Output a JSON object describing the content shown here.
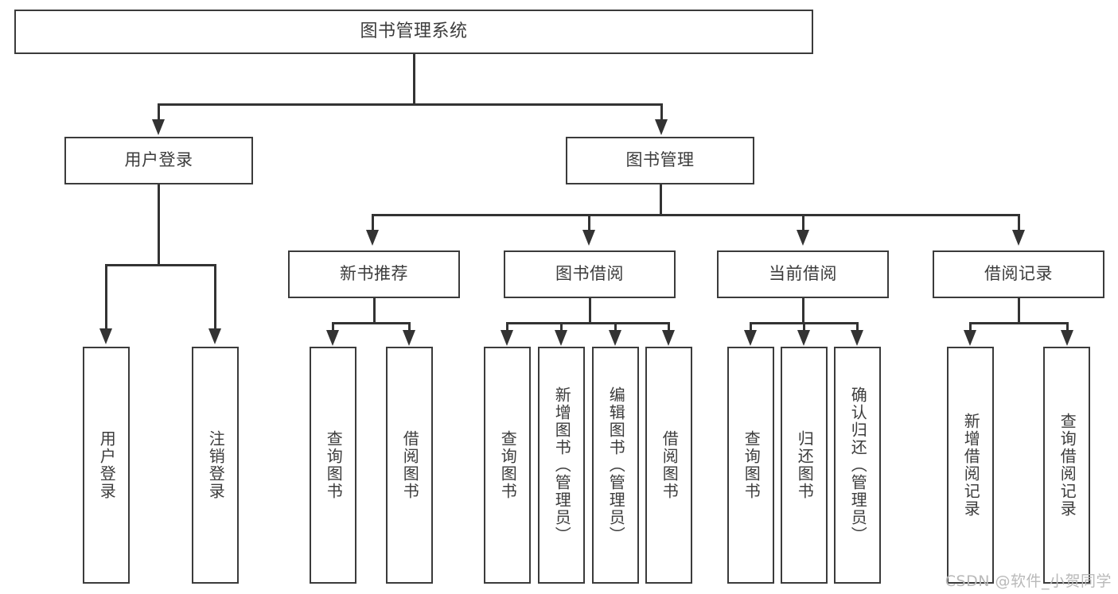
{
  "diagram": {
    "title": "图书管理系统",
    "type": "tree-hierarchy",
    "watermark": "CSDN @软件_小贺同学",
    "colors": {
      "stroke": "#3b3b3b",
      "line": "#333333",
      "text": "#3c3c3c",
      "background": "#ffffff",
      "watermark": "#b9b9b9"
    },
    "root": {
      "label": "图书管理系统"
    },
    "level2": [
      {
        "label": "用户登录"
      },
      {
        "label": "图书管理"
      }
    ],
    "level3": [
      {
        "label": "新书推荐"
      },
      {
        "label": "图书借阅"
      },
      {
        "label": "当前借阅"
      },
      {
        "label": "借阅记录"
      }
    ],
    "leaves": {
      "user_login": [
        {
          "label": "用户登录"
        },
        {
          "label": "注销登录"
        }
      ],
      "new_book_recommend": [
        {
          "label": "查询图书"
        },
        {
          "label": "借阅图书"
        }
      ],
      "book_borrow": [
        {
          "label": "查询图书"
        },
        {
          "label": "新增图书（管理员）"
        },
        {
          "label": "编辑图书（管理员）"
        },
        {
          "label": "借阅图书"
        }
      ],
      "current_borrow": [
        {
          "label": "查询图书"
        },
        {
          "label": "归还图书"
        },
        {
          "label": "确认归还（管理员）"
        }
      ],
      "borrow_record": [
        {
          "label": "新增借阅记录"
        },
        {
          "label": "查询借阅记录"
        }
      ]
    }
  }
}
